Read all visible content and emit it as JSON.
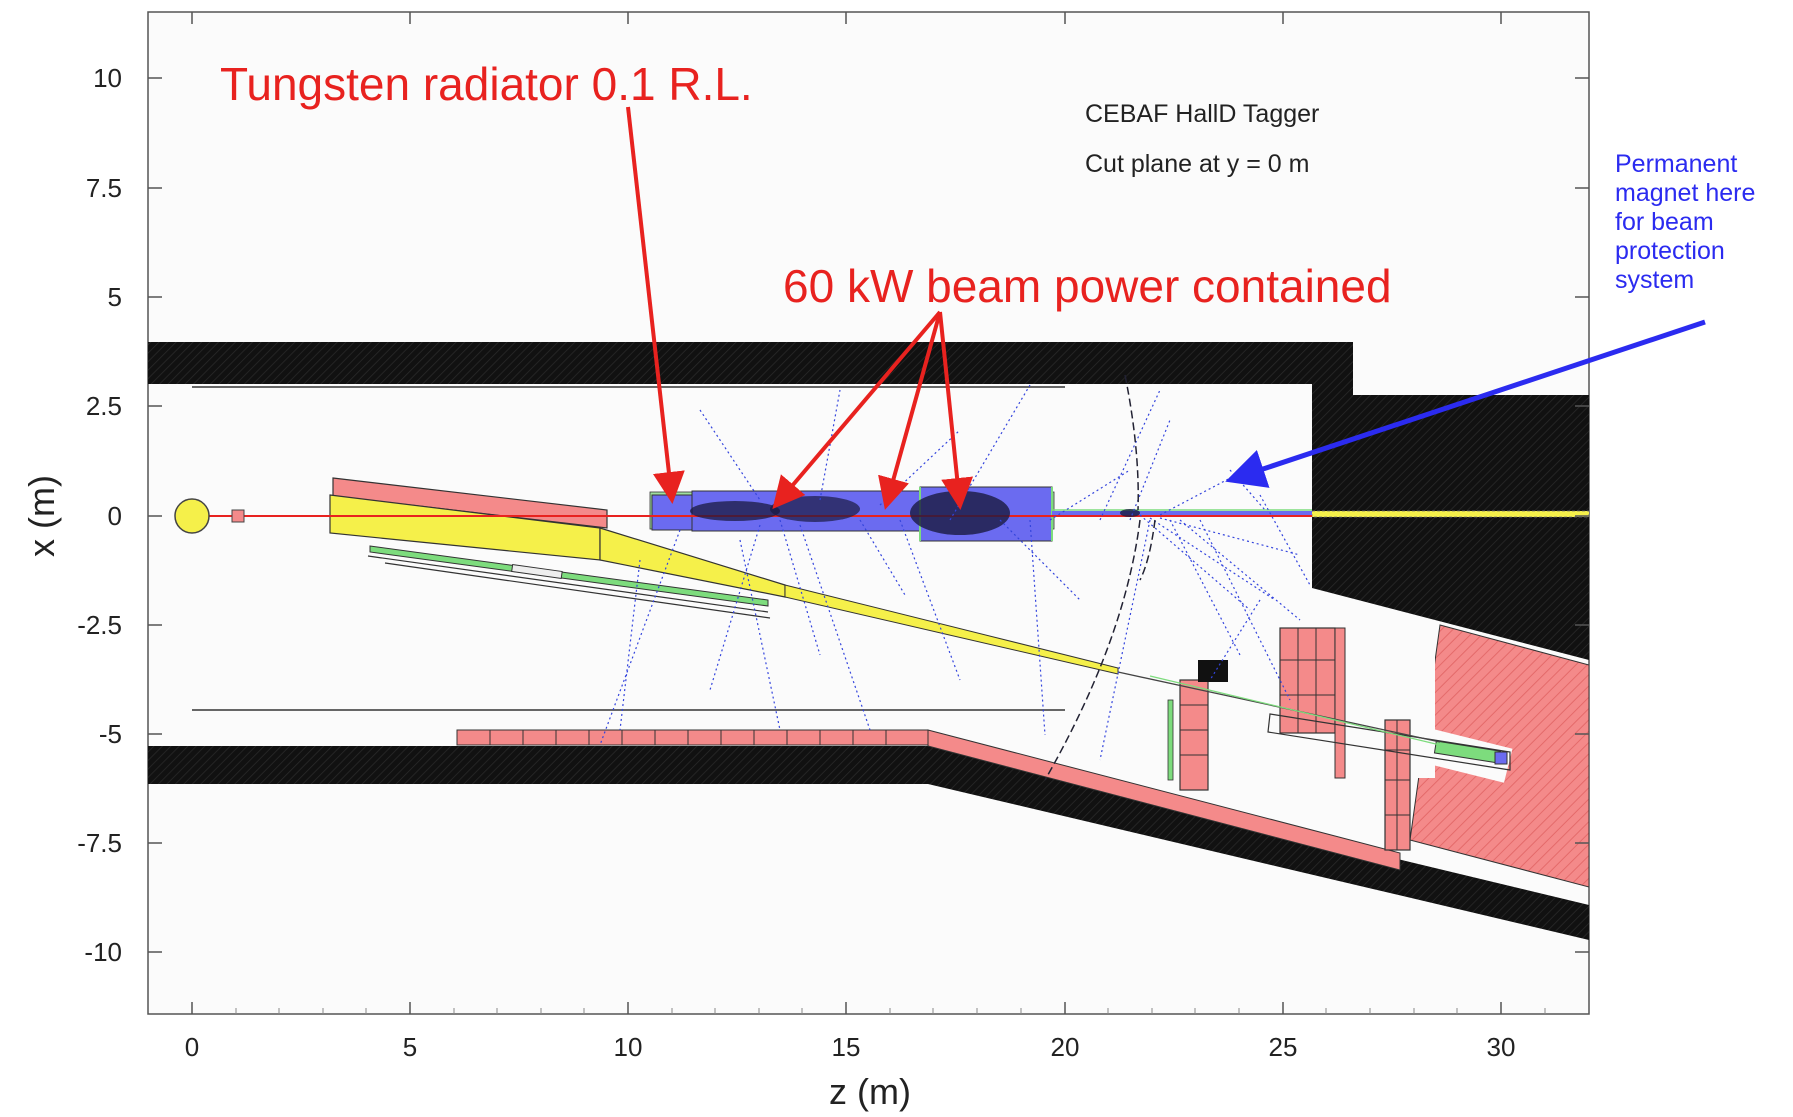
{
  "plot": {
    "info_title": "CEBAF HallD Tagger",
    "info_subtitle": "Cut plane at y = 0 m",
    "xlabel": "z (m)",
    "ylabel": "x (m)",
    "x_ticks": [
      "0",
      "5",
      "10",
      "15",
      "20",
      "25",
      "30"
    ],
    "y_ticks": [
      "10",
      "7.5",
      "5",
      "2.5",
      "0",
      "-2.5",
      "-5",
      "-7.5",
      "-10"
    ]
  },
  "annotations": {
    "radiator": "Tungsten radiator 0.1 R.L.",
    "beam_power": "60 kW beam power contained"
  },
  "side_note": {
    "text": "Permanent magnet here for beam protection system"
  },
  "colors": {
    "shield_black": "#111111",
    "magnet_pink": "#f48a8a",
    "detector_yellow": "#f5f04a",
    "dump_blue": "#6b6bf0",
    "annotation_red": "#e8221f",
    "note_blue": "#2b2bf0",
    "track_blue": "#3344dd"
  }
}
